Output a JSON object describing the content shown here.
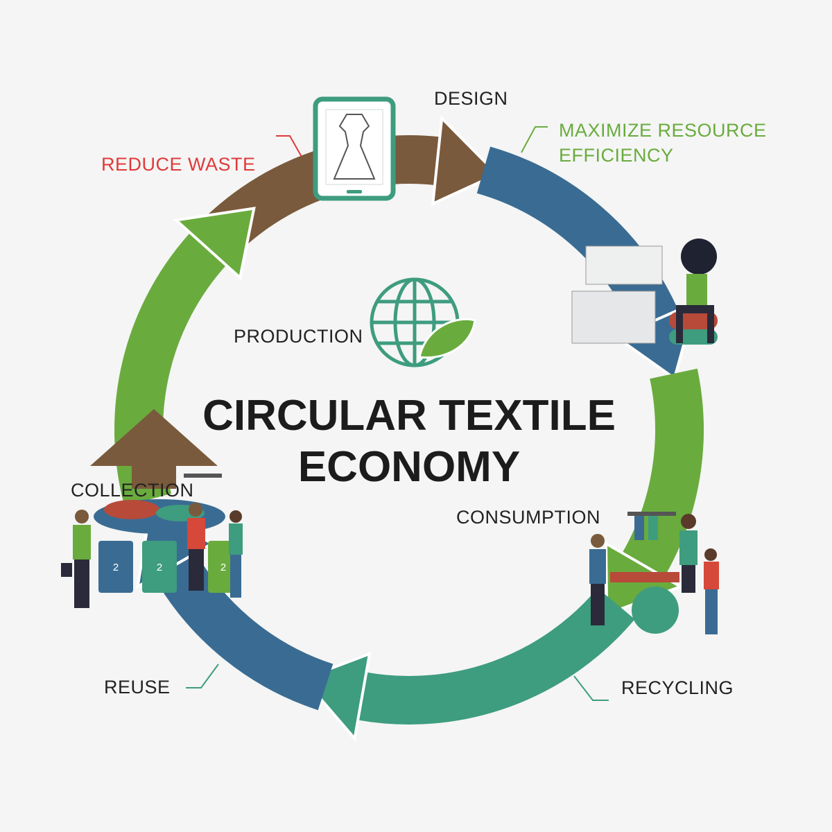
{
  "title": {
    "line1": "CIRCULAR TEXTILE",
    "line2": "ECONOMY"
  },
  "stages": {
    "design": "DESIGN",
    "production": "PRODUCTION",
    "consumption": "CONSUMPTION",
    "recycling": "RECYCLING",
    "reuse": "REUSE",
    "collection": "COLLECTION"
  },
  "goals": {
    "reduce_waste": "REDUCE WASTE",
    "resource_efficiency_1": "MAXIMIZE RESOURCE",
    "resource_efficiency_2": "EFFICIENCY"
  },
  "bin_label": "2",
  "colors": {
    "brown": "#7a5a3c",
    "blue": "#3a6c93",
    "green": "#6aab3e",
    "teal": "#3e9c7f",
    "red": "#e03a3a"
  },
  "icons": [
    "tablet-dress-icon",
    "globe-leaf-icon",
    "sewing-machine-icon",
    "recycle-bin-icon",
    "yarn-ball-icon"
  ]
}
